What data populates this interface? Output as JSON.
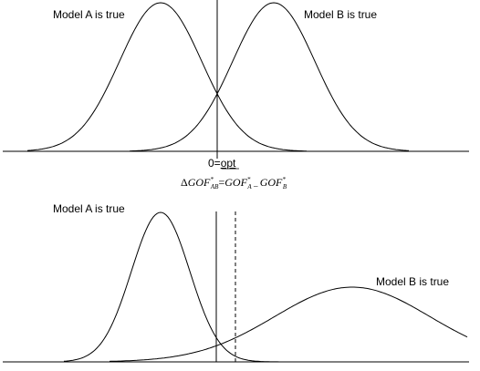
{
  "top_panel": {
    "label_a": "Model A is true",
    "label_b": "Model B is true",
    "zero_label_prefix": "0=",
    "zero_label_underlined": "opt"
  },
  "formula": {
    "delta": "Δ",
    "gof": "GOF",
    "star": "*",
    "sub_ab": "AB",
    "equals": "=",
    "sub_a": "A",
    "minus": " – ",
    "sub_b": "B"
  },
  "bottom_panel": {
    "label_a": "Model A is true",
    "label_b": "Model B is true"
  },
  "colors": {
    "line": "#000000",
    "background": "#ffffff"
  }
}
